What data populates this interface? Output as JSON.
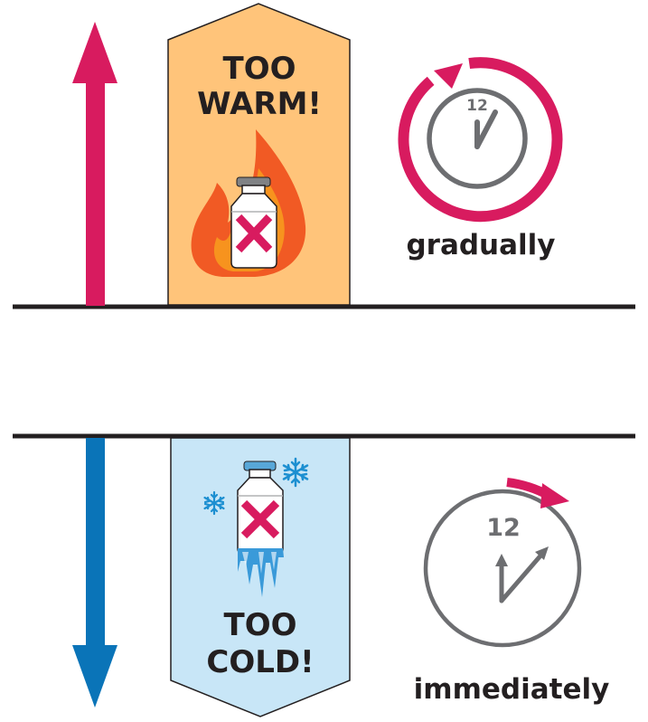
{
  "warm": {
    "title_line1": "TOO",
    "title_line2": "WARM!",
    "time_label": "gradually",
    "clock_number": "12"
  },
  "cold": {
    "title_line1": "TOO",
    "title_line2": "COLD!",
    "time_label": "immediately",
    "clock_number": "12"
  },
  "colors": {
    "warm_arrow": "#d81b5f",
    "cold_arrow": "#0a74b8",
    "warm_panel": "#ffc47a",
    "cold_panel": "#c8e6f7",
    "flame_outer": "#f15a24",
    "flame_inner": "#f7931e",
    "x_mark": "#d81b5f",
    "clock_gray": "#6d6e71",
    "snowflake": "#1c8fd1",
    "ice": "#3a9ad9"
  },
  "icons": [
    "arrow-up-icon",
    "arrow-down-icon",
    "flame-icon",
    "vial-icon",
    "snowflake-icon",
    "clock-icon"
  ]
}
